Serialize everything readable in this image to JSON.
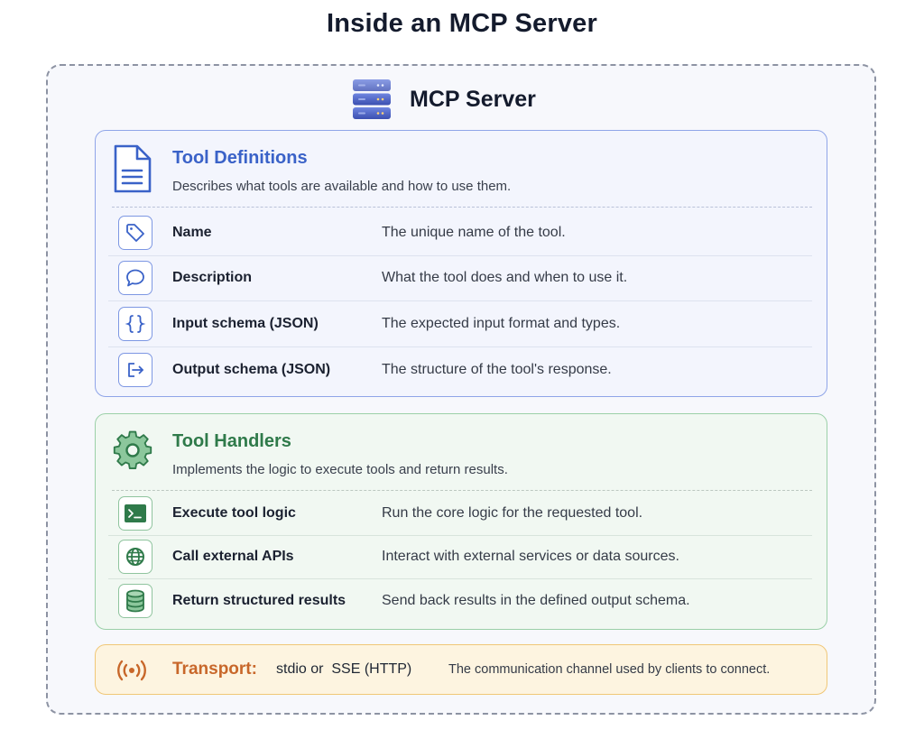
{
  "title": "Inside an MCP Server",
  "server": {
    "title": "MCP Server",
    "icon": "server-stack-icon"
  },
  "tool_definitions": {
    "title": "Tool Definitions",
    "subtitle": "Describes what tools are available and how to use them.",
    "icon": "document-icon",
    "accent": "#3a62c8",
    "rows": [
      {
        "icon": "tag-icon",
        "label": "Name",
        "description": "The unique name of the tool."
      },
      {
        "icon": "speech-bubble-icon",
        "label": "Description",
        "description": "What the tool does and when to use it."
      },
      {
        "icon": "curly-braces-icon",
        "label": "Input schema (JSON)",
        "description": "The expected input format and types."
      },
      {
        "icon": "output-arrow-icon",
        "label": "Output schema (JSON)",
        "description": "The structure of the tool's response."
      }
    ]
  },
  "tool_handlers": {
    "title": "Tool Handlers",
    "subtitle": "Implements the logic to execute tools and return results.",
    "icon": "gear-icon",
    "accent": "#2f7a4a",
    "rows": [
      {
        "icon": "terminal-icon",
        "label": "Execute tool logic",
        "description": "Run the core logic for the requested tool."
      },
      {
        "icon": "globe-icon",
        "label": "Call external APIs",
        "description": "Interact with external services or data sources."
      },
      {
        "icon": "database-icon",
        "label": "Return structured results",
        "description": "Send back results in the defined output schema."
      }
    ]
  },
  "transport": {
    "label": "Transport:",
    "value": "stdio or  SSE (HTTP)",
    "description": "The communication channel used by clients to connect.",
    "icon": "broadcast-icon",
    "accent": "#c8672a"
  }
}
